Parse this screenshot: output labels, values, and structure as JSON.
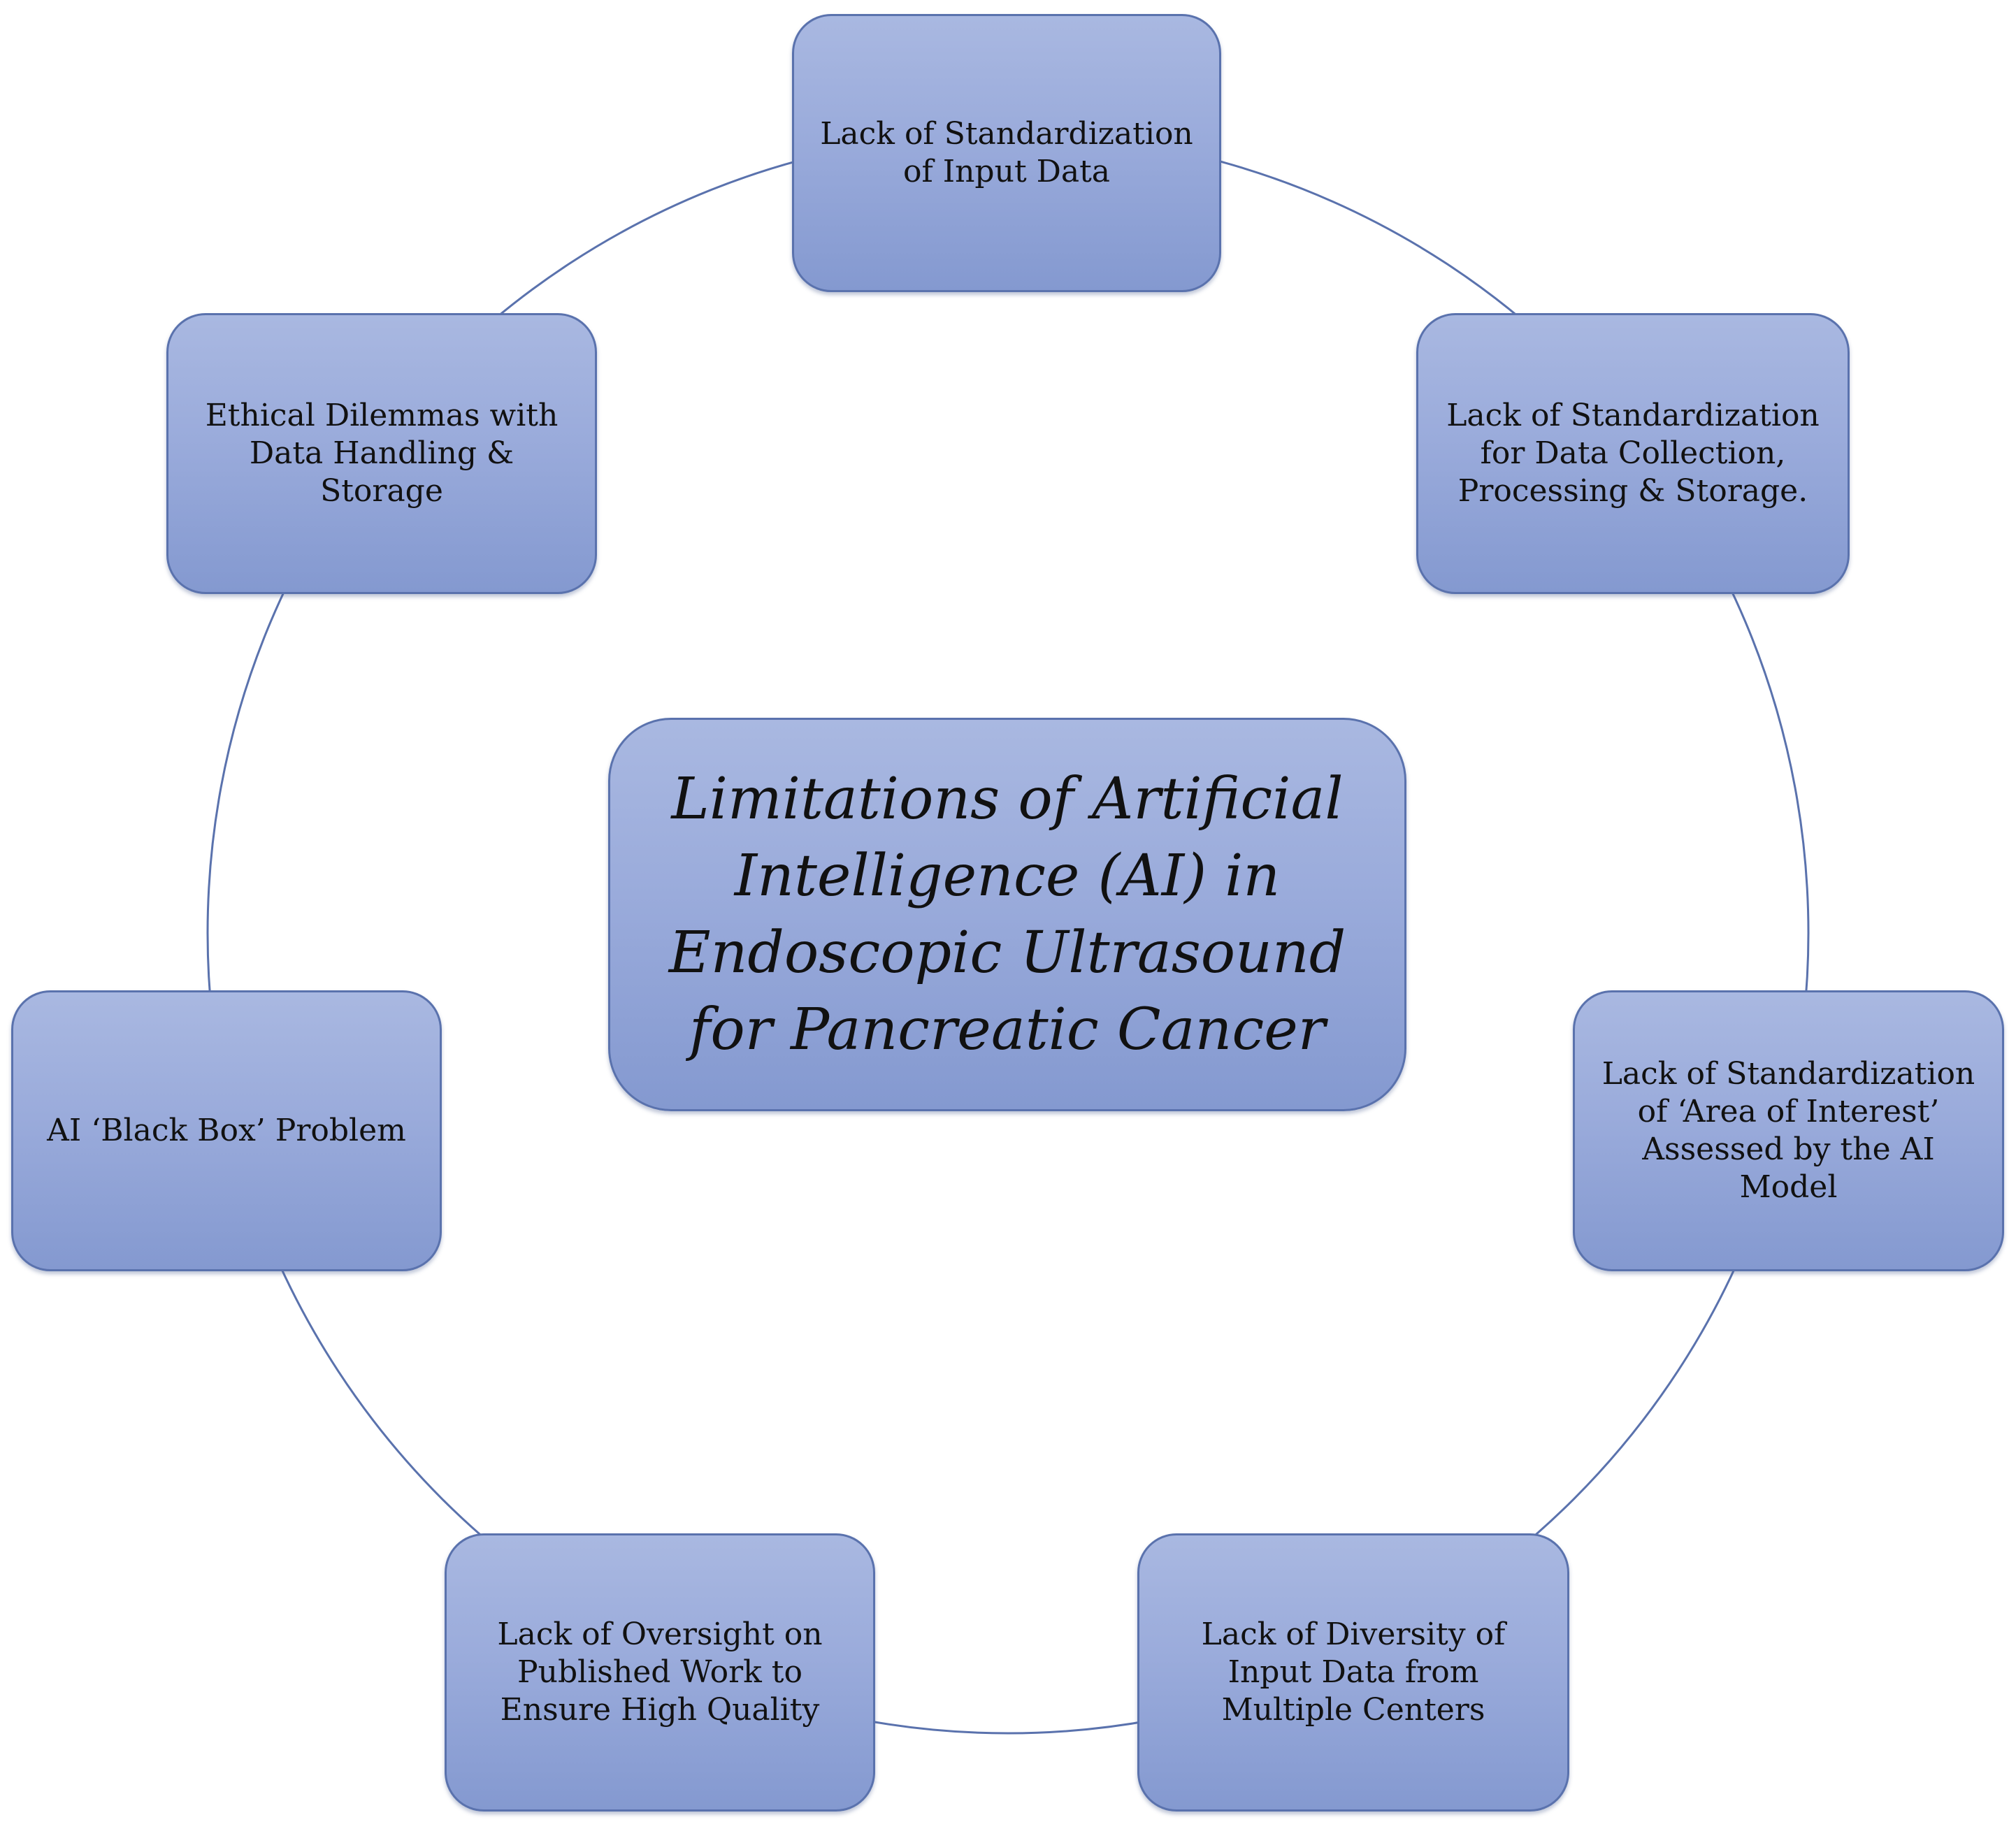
{
  "diagram": {
    "center": {
      "title": "Limitations of Artificial\nIntelligence (AI) in\nEndoscopic Ultrasound\nfor Pancreatic Cancer"
    },
    "nodes": [
      {
        "label": "Lack of Standardization\nof Input Data"
      },
      {
        "label": "Lack of Standardization\nfor Data Collection,\nProcessing & Storage."
      },
      {
        "label": "Lack of Standardization\nof ‘Area of Interest’\nAssessed by the AI\nModel"
      },
      {
        "label": "Lack of Diversity of\nInput Data from\nMultiple Centers"
      },
      {
        "label": "Lack of Oversight on\nPublished Work to\nEnsure High Quality"
      },
      {
        "label": "AI ‘Black Box’ Problem"
      },
      {
        "label": "Ethical Dilemmas with\nData Handling & Storage"
      }
    ],
    "colors": {
      "box_top": "#a9b8e1",
      "box_bottom": "#8499d0",
      "box_border": "#5a72ad",
      "ring_line": "#5a72ad"
    }
  }
}
